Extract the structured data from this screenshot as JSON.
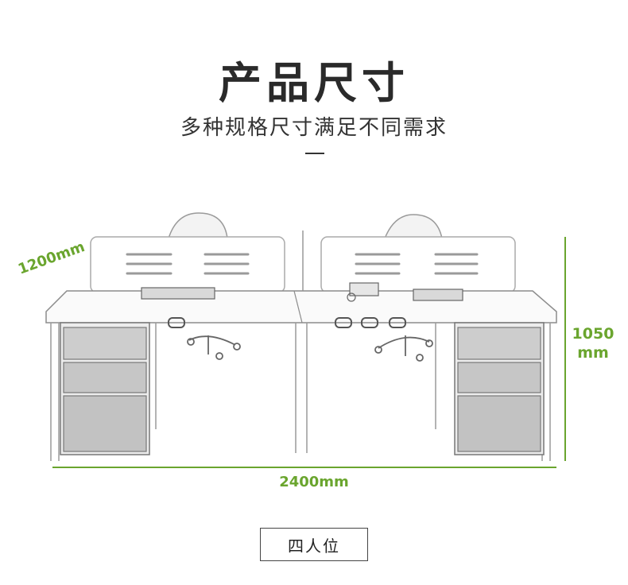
{
  "header": {
    "title": "产品尺寸",
    "subtitle": "多种规格尺寸满足不同需求"
  },
  "dimensions": {
    "depth": "1200mm",
    "height_value": "1050",
    "height_unit": "mm",
    "width": "2400mm"
  },
  "config_label": "四人位",
  "colors": {
    "accent": "#6aa52e",
    "title": "#2a2a2a",
    "text": "#333333"
  }
}
